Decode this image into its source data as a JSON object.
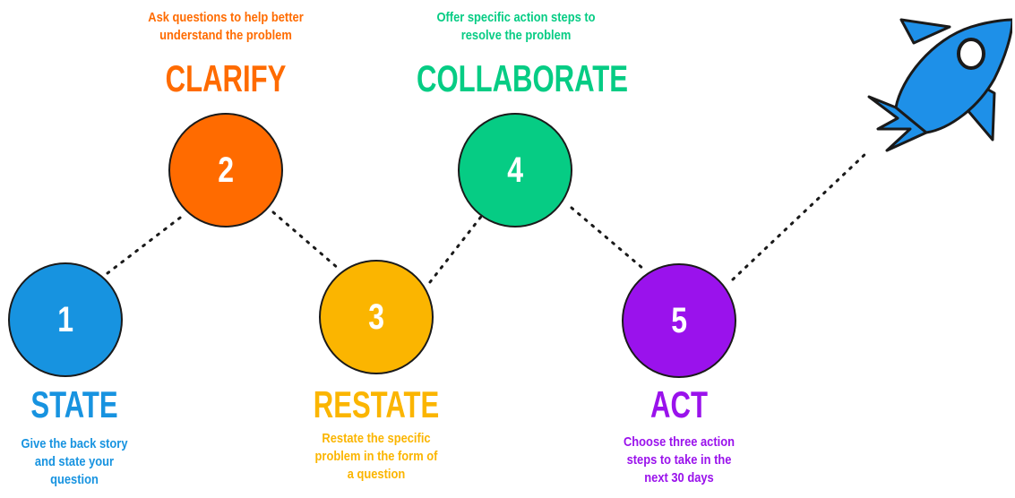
{
  "colors": {
    "step1": "#1793e0",
    "step2": "#ff6b00",
    "step3": "#fbb500",
    "step4": "#06cc84",
    "step5": "#9a12ec",
    "outline": "#1a1a1a",
    "rocket": "#1e90e8"
  },
  "steps": [
    {
      "number": "1",
      "title": "STATE",
      "description": [
        "Give the back story",
        "and state your",
        "question"
      ]
    },
    {
      "number": "2",
      "title": "CLARIFY",
      "description": [
        "Ask questions to help better",
        "understand the problem"
      ]
    },
    {
      "number": "3",
      "title": "RESTATE",
      "description": [
        "Restate the specific",
        "problem in the form of",
        "a question"
      ]
    },
    {
      "number": "4",
      "title": "COLLABORATE",
      "description": [
        "Offer specific action steps to",
        "resolve the problem"
      ]
    },
    {
      "number": "5",
      "title": "ACT",
      "description": [
        "Choose three action",
        "steps to take in the",
        "next 30 days"
      ]
    }
  ],
  "icons": {
    "finish": "rocket-icon"
  }
}
